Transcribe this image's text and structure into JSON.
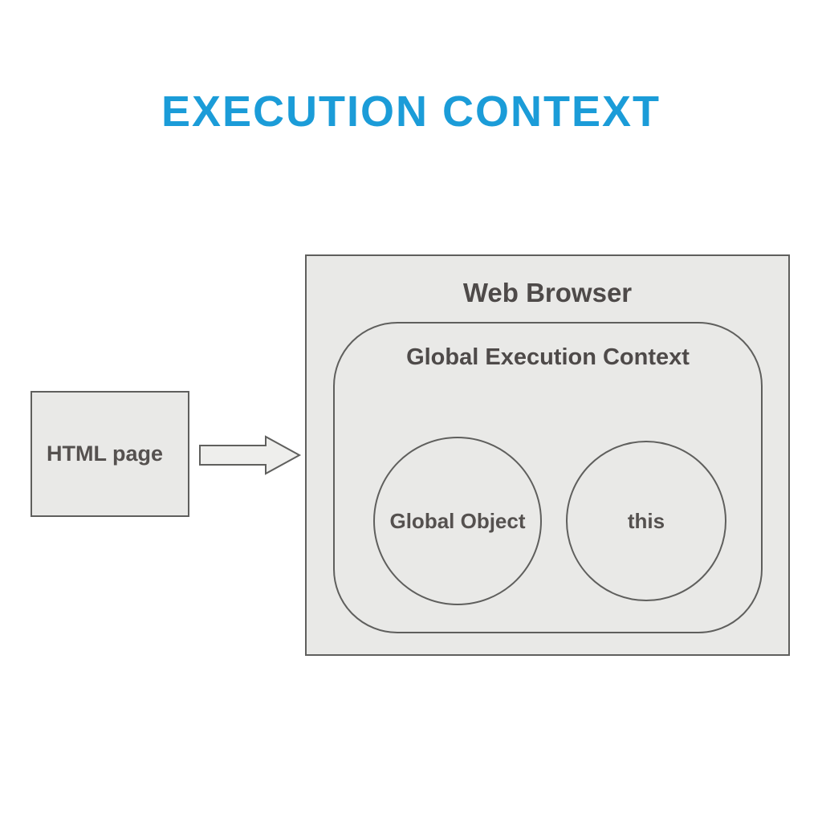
{
  "title": "EXECUTION CONTEXT",
  "colors": {
    "accent_blue": "#1b9cd8",
    "box_fill": "#e9e9e7",
    "outline": "#5f5f5d",
    "text_dark": "#4e4a49"
  },
  "diagram": {
    "html_page": {
      "label": "HTML page"
    },
    "arrow": {
      "name": "arrow-right"
    },
    "web_browser": {
      "label": "Web Browser"
    },
    "global_execution_context": {
      "label": "Global Execution Context"
    },
    "global_object": {
      "label": "Global Object"
    },
    "this_circle": {
      "label": "this"
    }
  }
}
